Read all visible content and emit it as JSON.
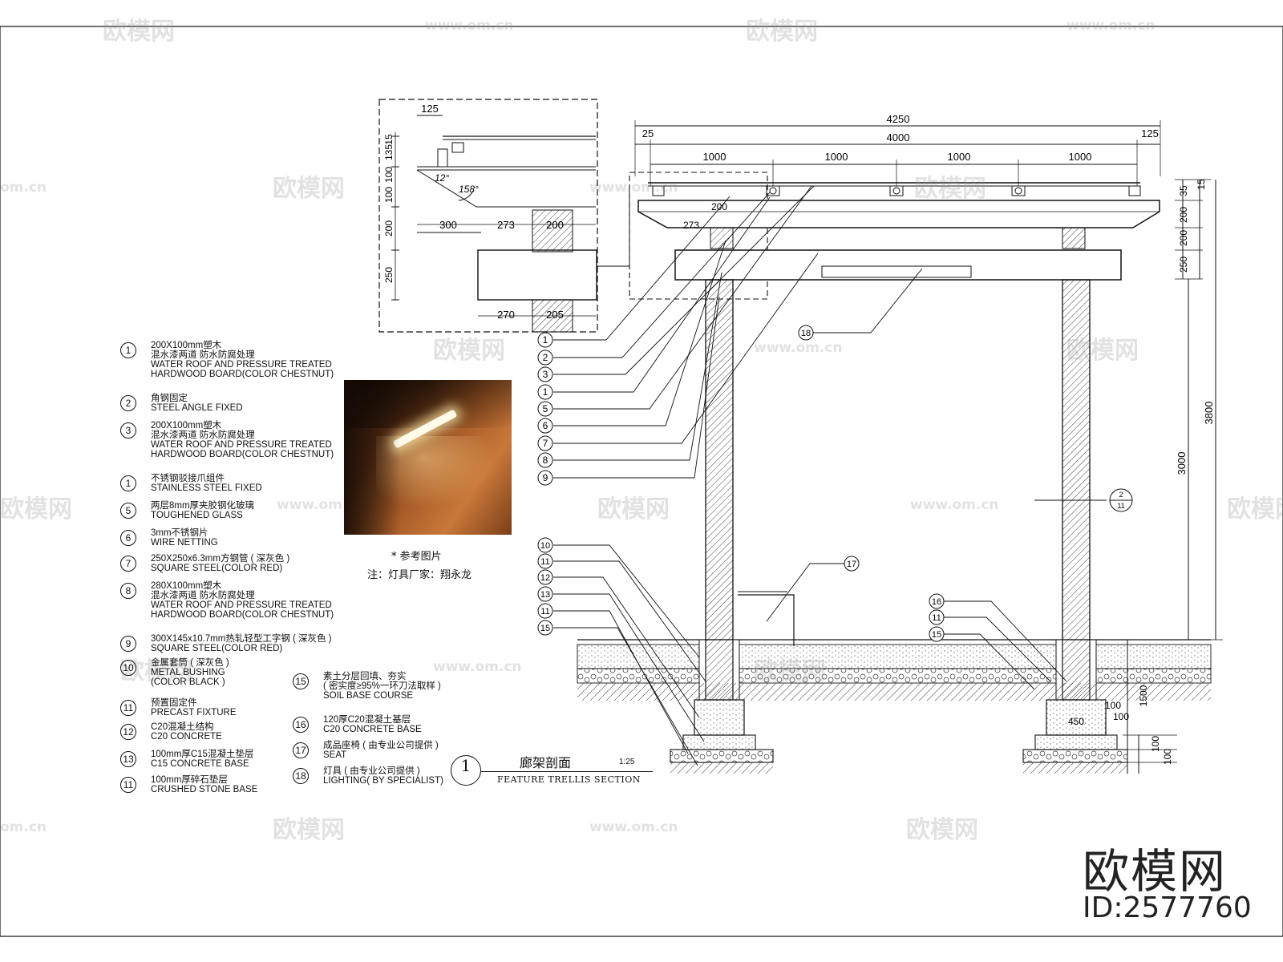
{
  "watermarks": {
    "brand_cn": "欧模网",
    "url": "www.om.cn",
    "url_partial": "om.cn"
  },
  "detail": {
    "dims_top": [
      "125",
      "15",
      "135",
      "100",
      "100",
      "200",
      "250"
    ],
    "dims_mid": [
      "300",
      "273",
      "200"
    ],
    "dims_bottom": [
      "270",
      "205"
    ],
    "angle_a": "12°",
    "angle_b": "158°"
  },
  "section": {
    "overall": "4250",
    "inner": "4000",
    "bays": [
      "1000",
      "1000",
      "1000",
      "1000"
    ],
    "edge_left": "25",
    "edge_right": "125",
    "post_label": "200",
    "beam_label": "273",
    "right_dims": [
      "15",
      "35",
      "200",
      "200",
      "250"
    ],
    "height_3800": "3800",
    "height_3000": "3000",
    "footing_1500": "1500",
    "footing_450": "450",
    "footing_100a": "100",
    "footing_100b": "100",
    "base_100a": "100",
    "base_100b": "100"
  },
  "callouts_left": [
    "1",
    "2",
    "3",
    "1",
    "5",
    "6",
    "7",
    "8",
    "9"
  ],
  "callouts_lower": [
    "10",
    "11",
    "12",
    "13",
    "11",
    "15"
  ],
  "callouts_right": [
    "16",
    "11",
    "15"
  ],
  "callout_18": "18",
  "callout_17": "17",
  "section_mark": {
    "top": "2",
    "bottom": "11"
  },
  "legend": [
    {
      "num": "1",
      "lines": [
        "200X100mm塑木",
        "混水漆两道 防水防腐处理",
        "WATER ROOF AND PRESSURE TREATED",
        "HARDWOOD BOARD(COLOR CHESTNUT)"
      ]
    },
    {
      "num": "2",
      "lines": [
        "角钢固定",
        "STEEL ANGLE FIXED"
      ]
    },
    {
      "num": "3",
      "lines": [
        "200X100mm塑木",
        "混水漆两道 防水防腐处理",
        "WATER ROOF AND PRESSURE TREATED",
        "HARDWOOD BOARD(COLOR CHESTNUT)"
      ]
    },
    {
      "num": "1",
      "lines": [
        "不锈钢驳接爪组件",
        "STAINLESS STEEL FIXED"
      ]
    },
    {
      "num": "5",
      "lines": [
        "两层8mm厚夹胶钢化玻璃",
        "TOUGHENED GLASS"
      ]
    },
    {
      "num": "6",
      "lines": [
        "3mm不锈钢片",
        "WIRE NETTING"
      ]
    },
    {
      "num": "7",
      "lines": [
        "250X250x6.3mm方钢管 ( 深灰色 )",
        "SQUARE STEEL(COLOR RED)"
      ]
    },
    {
      "num": "8",
      "lines": [
        "280X100mm塑木",
        "混水漆两道 防水防腐处理",
        "WATER ROOF AND PRESSURE TREATED",
        "HARDWOOD BOARD(COLOR CHESTNUT)"
      ]
    },
    {
      "num": "9",
      "lines": [
        "300X145x10.7mm热轧轻型工字钢 ( 深灰色 )",
        "SQUARE STEEL(COLOR RED)"
      ]
    },
    {
      "num": "10",
      "lines": [
        "金属套筒 ( 深灰色 )",
        "METAL BUSHING",
        "(COLOR BLACK )"
      ]
    },
    {
      "num": "11",
      "lines": [
        "预置固定件",
        "PRECAST FIXTURE"
      ]
    },
    {
      "num": "12",
      "lines": [
        "C20混凝土结构",
        "C20 CONCRETE"
      ]
    },
    {
      "num": "13",
      "lines": [
        "100mm厚C15混凝土垫层",
        "C15 CONCRETE BASE"
      ]
    },
    {
      "num": "11",
      "lines": [
        "100mm厚碎石垫层",
        "CRUSHED STONE BASE"
      ]
    }
  ],
  "legend2": [
    {
      "num": "15",
      "lines": [
        "素土分层回填、夯实",
        "( 密实度≥95%一环刀法取样 )",
        "SOIL BASE COURSE"
      ]
    },
    {
      "num": "16",
      "lines": [
        "120厚C20混凝土基层",
        "C20 CONCRETE BASE"
      ]
    },
    {
      "num": "17",
      "lines": [
        "成品座椅 ( 由专业公司提供 )",
        "SEAT"
      ]
    },
    {
      "num": "18",
      "lines": [
        "灯具 ( 由专业公司提供 )",
        "LIGHTING( BY SPECIALIST)"
      ]
    }
  ],
  "photo_caption": "* 参考图片",
  "photo_note": "注：灯具厂家：翔永龙",
  "title": {
    "num": "1",
    "cn": "廊架剖面",
    "scale": "1:25",
    "en": "FEATURE TRELLIS SECTION"
  },
  "brand": "欧模网",
  "id": "ID:2577760"
}
